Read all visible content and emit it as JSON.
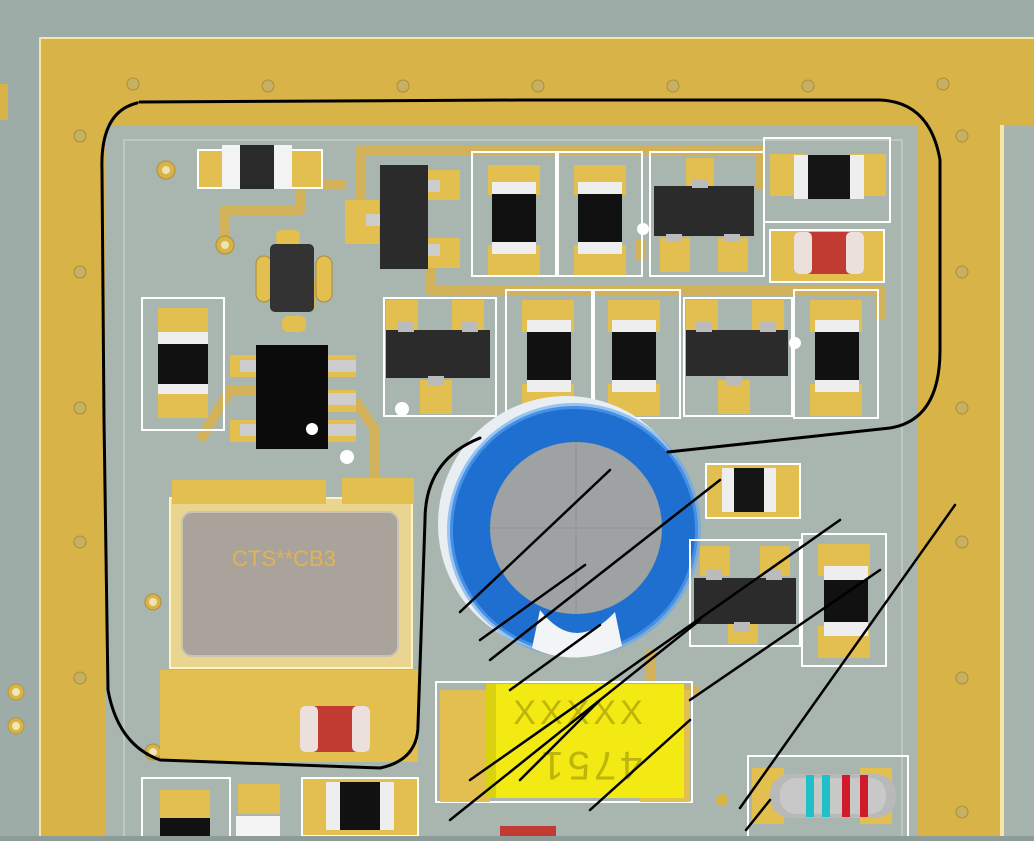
{
  "pcb_view": {
    "colors": {
      "substrate": "#a7b3ad",
      "copper_pour": "#d8b347",
      "pad": "#e2bf4f",
      "silkscreen": "#ffffff",
      "ic_body": "#2b2b2b",
      "capacitor_blue": "#1f6fd0",
      "tantalum_yellow": "#f2ea12",
      "ink_outline": "#000000"
    },
    "oscillator": {
      "marking": "CTS**CB3"
    },
    "tantalum_capacitor": {
      "marking_line1": "XXXXX",
      "marking_line2": "4751"
    },
    "resistor_color_bands": [
      "#1fc0c8",
      "#1fc0c8",
      "#d11a2a",
      "#d11a2a"
    ]
  }
}
